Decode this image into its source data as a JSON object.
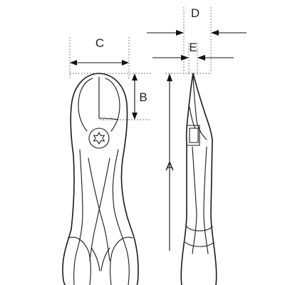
{
  "labels": {
    "a": "A",
    "b": "B",
    "c": "C",
    "d": "D",
    "e": "E"
  },
  "colors": {
    "line": "#1a1a1a",
    "guide": "#777777",
    "background": "#ffffff"
  },
  "icons": {
    "front_view": "cutting-pliers-front-view",
    "side_view": "cutting-pliers-side-view",
    "pivot": "torx-star-icon"
  }
}
